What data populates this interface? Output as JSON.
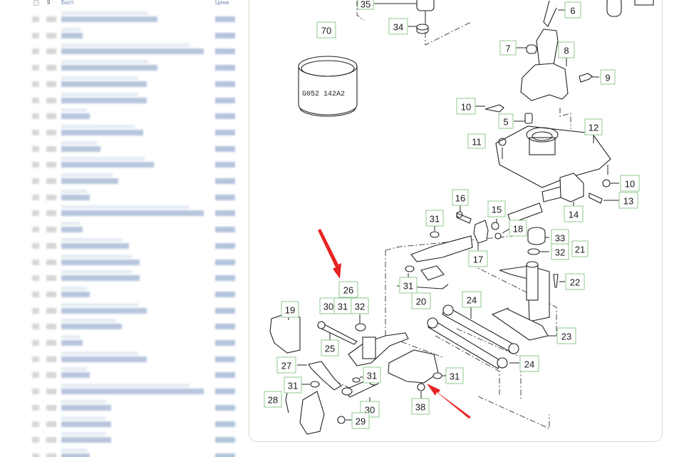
{
  "parts_list": {
    "header": {
      "number_label": "9",
      "name_label": "Болт",
      "price_label": "Цена"
    },
    "rows_blurred": true,
    "row_count": 28
  },
  "diagram": {
    "part_code_stamp": "G052 142A2",
    "callouts": [
      {
        "id": "c70",
        "label": "70"
      },
      {
        "id": "c35",
        "label": "35"
      },
      {
        "id": "c34",
        "label": "34"
      },
      {
        "id": "c6",
        "label": "6"
      },
      {
        "id": "c7",
        "label": "7"
      },
      {
        "id": "c8",
        "label": "8"
      },
      {
        "id": "c9",
        "label": "9"
      },
      {
        "id": "c10a",
        "label": "10"
      },
      {
        "id": "c5",
        "label": "5"
      },
      {
        "id": "c11",
        "label": "11"
      },
      {
        "id": "c12",
        "label": "12"
      },
      {
        "id": "c10b",
        "label": "10"
      },
      {
        "id": "c13",
        "label": "13"
      },
      {
        "id": "c14",
        "label": "14"
      },
      {
        "id": "c16",
        "label": "16"
      },
      {
        "id": "c15",
        "label": "15"
      },
      {
        "id": "c18",
        "label": "18"
      },
      {
        "id": "c31a",
        "label": "31"
      },
      {
        "id": "c17",
        "label": "17"
      },
      {
        "id": "c33",
        "label": "33"
      },
      {
        "id": "c32a",
        "label": "32"
      },
      {
        "id": "c21",
        "label": "21"
      },
      {
        "id": "c22",
        "label": "22"
      },
      {
        "id": "c31b",
        "label": "31"
      },
      {
        "id": "c20",
        "label": "20"
      },
      {
        "id": "c24a",
        "label": "24"
      },
      {
        "id": "c26",
        "label": "26"
      },
      {
        "id": "c30a",
        "label": "30"
      },
      {
        "id": "c31c",
        "label": "31"
      },
      {
        "id": "c32b",
        "label": "32"
      },
      {
        "id": "c19",
        "label": "19"
      },
      {
        "id": "c25",
        "label": "25"
      },
      {
        "id": "c23",
        "label": "23"
      },
      {
        "id": "c24b",
        "label": "24"
      },
      {
        "id": "c27",
        "label": "27"
      },
      {
        "id": "c31d",
        "label": "31"
      },
      {
        "id": "c31e",
        "label": "31"
      },
      {
        "id": "c31f",
        "label": "31"
      },
      {
        "id": "c28",
        "label": "28"
      },
      {
        "id": "c30b",
        "label": "30"
      },
      {
        "id": "c29",
        "label": "29"
      },
      {
        "id": "c38",
        "label": "38"
      }
    ],
    "highlight_arrows": [
      {
        "points_to": "26"
      },
      {
        "points_to": "38"
      }
    ],
    "colors": {
      "callout_border": "#8fc98f",
      "arrow": "#e52320",
      "panel_border": "#e4d6c8"
    }
  }
}
